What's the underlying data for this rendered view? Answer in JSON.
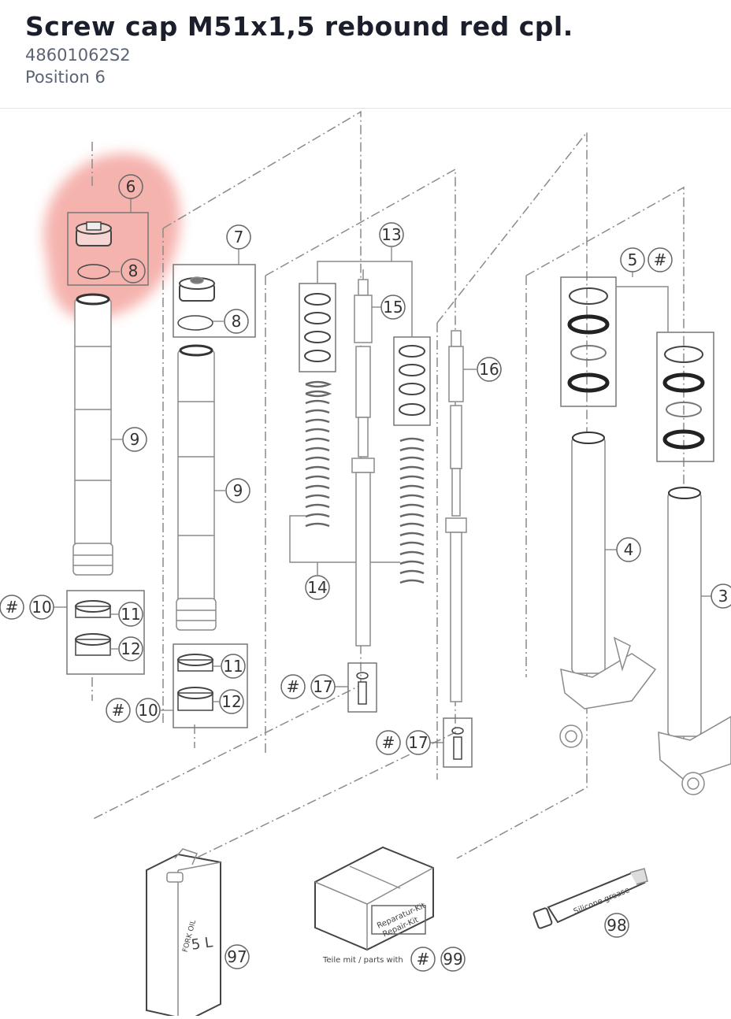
{
  "header": {
    "title": "Screw cap M51x1,5 rebound red cpl.",
    "part_number": "48601062S2",
    "position": "Position 6"
  },
  "diagram": {
    "highlight_color": "#f4a6a0",
    "line_color": "#8a8a8a",
    "labels": {
      "p6": "6",
      "p7": "7",
      "p8a": "8",
      "p8b": "8",
      "p9a": "9",
      "p9b": "9",
      "p10a": "10",
      "p10b": "10",
      "p11a": "11",
      "p11b": "11",
      "p12a": "12",
      "p12b": "12",
      "p13": "13",
      "p14": "14",
      "p15": "15",
      "p16": "16",
      "p17a": "17",
      "p17b": "17",
      "p5": "5",
      "p4": "4",
      "p3": "3",
      "p97": "97",
      "p98": "98",
      "p99": "99",
      "hash": "#"
    },
    "accessories": {
      "fork_oil_line1": "FORK OIL",
      "fork_oil_line2": "5 L",
      "repair_kit_line1": "Reparatur-Kit",
      "repair_kit_line2": "Repair-Kit",
      "parts_with": "Teile mit / parts with",
      "grease_line1": "Silicone grease"
    }
  }
}
